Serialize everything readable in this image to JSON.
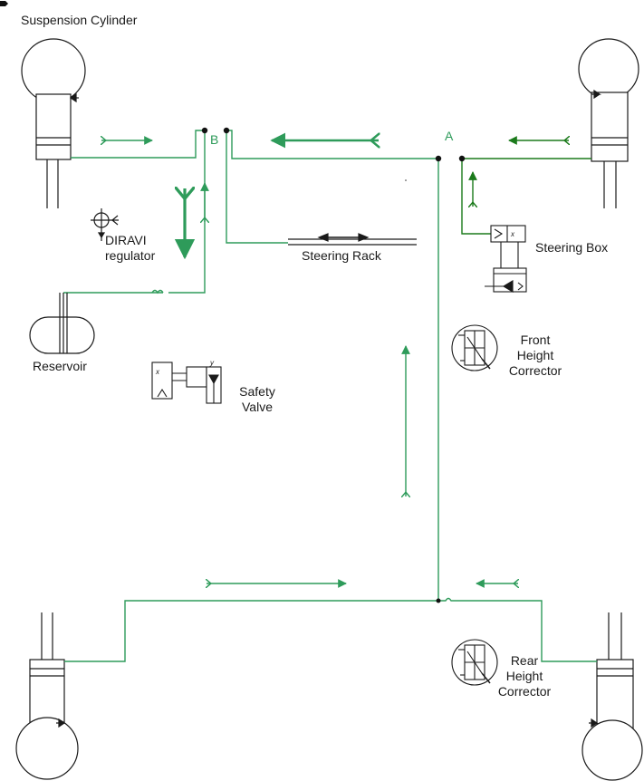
{
  "labels": {
    "suspension_cylinder": "Suspension Cylinder",
    "point_b": "B",
    "point_a": "A",
    "diravi_line1": "DIRAVI",
    "diravi_line2": "regulator",
    "steering_rack": "Steering Rack",
    "steering_box": "Steering Box",
    "reservoir": "Reservoir",
    "safety_valve_line1": "Safety",
    "safety_valve_line2": "Valve",
    "front_height_line1": "Front",
    "front_height_line2": "Height",
    "front_height_line3": "Corrector",
    "rear_height_line1": "Rear",
    "rear_height_line2": "Height",
    "rear_height_line3": "Corrector",
    "valve_port_x": "x",
    "valve_port_y": "y"
  },
  "colors": {
    "pipe": "#2e9b5a",
    "dark_pipe": "#1b7a1b",
    "line": "#1a1a1a"
  }
}
